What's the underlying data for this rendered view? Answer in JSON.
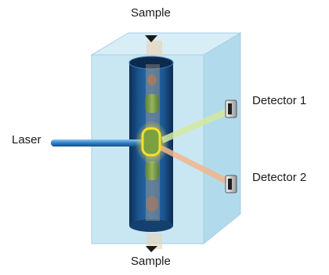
{
  "labels": {
    "sample_top": "Sample",
    "sample_bottom": "Sample",
    "laser": "Laser",
    "detector_1": "Detector 1",
    "detector_2": "Detector 2"
  },
  "colors": {
    "block": "#bfe3f1",
    "tube": "#1a4f86",
    "laser_beam": "#3a86c8",
    "cell_glow": "#f4e02c",
    "ray_to_detector_1": "#d4e8a0",
    "ray_to_detector_2": "#f2b58c"
  }
}
